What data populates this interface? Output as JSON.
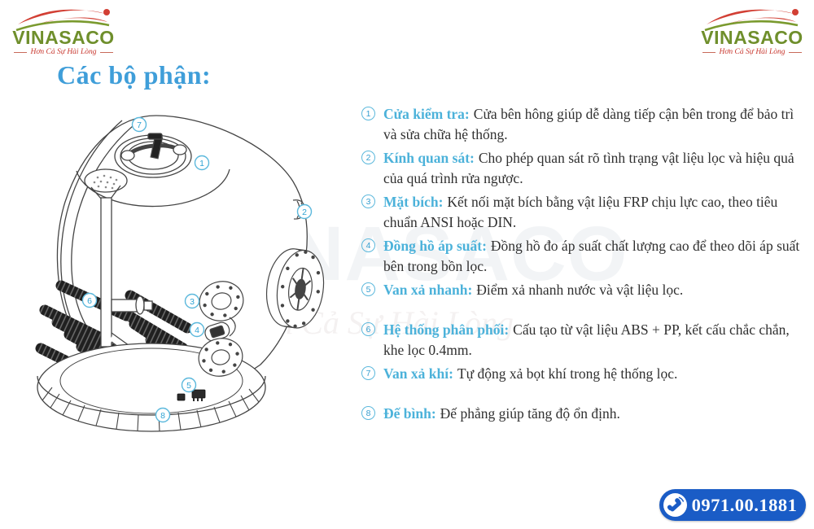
{
  "brand": {
    "name": "VINASACO",
    "tagline": "Hơn Cả Sự Hài Lòng",
    "green": "#6f8f2c",
    "red": "#d23f34"
  },
  "title": "Các bộ phận:",
  "accent_color": "#4cb2da",
  "title_color": "#3f9ed9",
  "parts": [
    {
      "num": "1",
      "label": "Cửa kiểm tra:",
      "desc": "Cửa bên hông giúp dễ dàng tiếp cận bên trong để bảo trì và sửa chữa hệ thống."
    },
    {
      "num": "2",
      "label": "Kính quan sát:",
      "desc": "Cho phép quan sát rõ tình trạng vật liệu lọc và hiệu quả của quá trình rửa ngược."
    },
    {
      "num": "3",
      "label": "Mặt bích:",
      "desc": "Kết nối mặt bích bằng vật liệu FRP chịu lực cao, theo tiêu chuẩn ANSI hoặc DIN."
    },
    {
      "num": "4",
      "label": "Đồng hồ áp suất:",
      "desc": "Đồng hồ đo áp suất chất lượng cao để theo dõi áp suất bên trong bồn lọc."
    },
    {
      "num": "5",
      "label": "Van xả nhanh:",
      "desc": "Điểm xả nhanh nước và vật liệu lọc."
    },
    {
      "num": "6",
      "label": "Hệ thống phân phối:",
      "desc": "Cấu tạo từ vật liệu ABS + PP, kết cấu chắc chắn, khe lọc 0.4mm."
    },
    {
      "num": "7",
      "label": "Van xả khí:",
      "desc": "Tự động xả bọt khí trong hệ thống lọc."
    },
    {
      "num": "8",
      "label": "Đế bình:",
      "desc": "Đế phẳng giúp tăng độ ổn định."
    }
  ],
  "diagram": {
    "subject": "sand-filter-tank-cutaway",
    "callout_numbers": [
      "1",
      "2",
      "3",
      "4",
      "5",
      "6",
      "7",
      "8"
    ]
  },
  "phone": {
    "number": "0971.00.1881",
    "bg_color": "#1a5cc6"
  }
}
